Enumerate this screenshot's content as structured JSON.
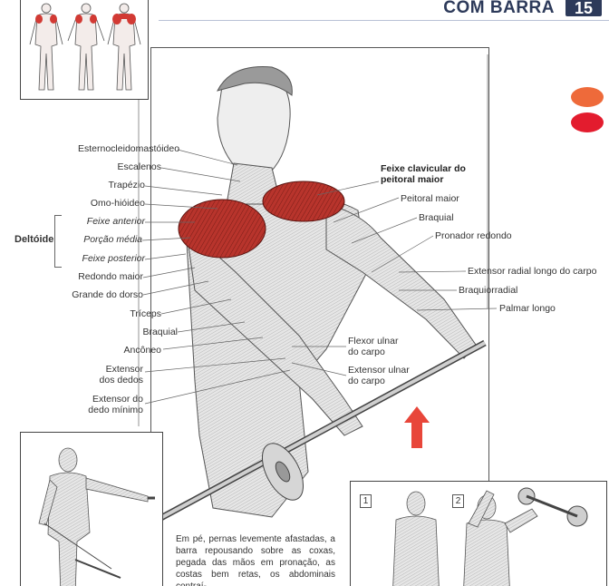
{
  "header": {
    "title": "COM BARRA",
    "page_number": "15"
  },
  "labels_left": [
    {
      "key": "esternocleidomastoideo",
      "text": "Esternocleidomastóideo"
    },
    {
      "key": "escalenos",
      "text": "Escalenos"
    },
    {
      "key": "trapezio",
      "text": "Trapézio"
    },
    {
      "key": "omo_hioideo",
      "text": "Omo-hióideo"
    },
    {
      "key": "feixe_anterior",
      "text": "Feixe anterior"
    },
    {
      "key": "porcao_media",
      "text": "Porção média"
    },
    {
      "key": "feixe_posterior",
      "text": "Feixe posterior"
    },
    {
      "key": "redondo_maior",
      "text": "Redondo maior"
    },
    {
      "key": "grande_dorso",
      "text": "Grande do dorso"
    },
    {
      "key": "triceps",
      "text": "Tríceps"
    },
    {
      "key": "braquial_left",
      "text": "Braquial"
    },
    {
      "key": "anconeo",
      "text": "Ancôneo"
    },
    {
      "key": "extensor_dedos_1",
      "text": "Extensor"
    },
    {
      "key": "extensor_dedos_2",
      "text": "dos dedos"
    },
    {
      "key": "extensor_minimo_1",
      "text": "Extensor do"
    },
    {
      "key": "extensor_minimo_2",
      "text": "dedo mínimo"
    }
  ],
  "group_label": "Deltóide",
  "labels_right": [
    {
      "key": "feixe_clavicular_1",
      "text": "Feixe clavicular do"
    },
    {
      "key": "feixe_clavicular_2",
      "text": "peitoral maior"
    },
    {
      "key": "peitoral_maior",
      "text": "Peitoral maior"
    },
    {
      "key": "braquial_right",
      "text": "Braquial"
    },
    {
      "key": "pronador_redondo",
      "text": "Pronador redondo"
    },
    {
      "key": "extensor_radial",
      "text": "Extensor radial longo do carpo"
    },
    {
      "key": "braquiorradial",
      "text": "Braquiorradial"
    },
    {
      "key": "palmar_longo",
      "text": "Palmar longo"
    },
    {
      "key": "flexor_ulnar_1",
      "text": "Flexor ulnar"
    },
    {
      "key": "flexor_ulnar_2",
      "text": "do carpo"
    },
    {
      "key": "extensor_ulnar_1",
      "text": "Extensor ulnar"
    },
    {
      "key": "extensor_ulnar_2",
      "text": "do carpo"
    }
  ],
  "step_numbers": [
    "1",
    "2"
  ],
  "body_text": "Em pé, pernas levemente afastadas, a barra repousando sobre as coxas, pegada das mãos em pronação, as costas bem retas, os abdominais contraí-",
  "colors": {
    "muscle": "#b8342c",
    "navy": "#2d3a5a",
    "orange_dot": "#ee6a3a",
    "red_dot": "#e31c2e",
    "arrow": "#e8463a"
  }
}
